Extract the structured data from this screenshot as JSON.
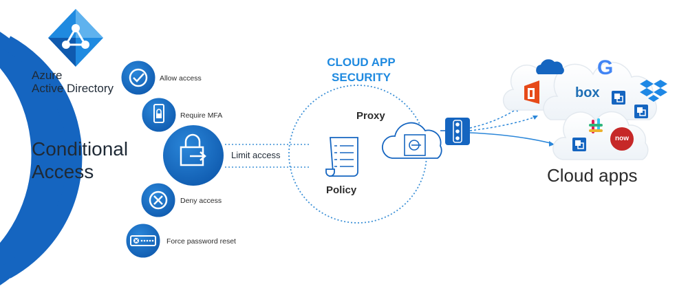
{
  "azure": {
    "title_line1": "Azure",
    "title_line2": "Active Directory",
    "conditional_line1": "Conditional",
    "conditional_line2": "Access"
  },
  "options": [
    {
      "label": "Allow access",
      "icon": "check-icon"
    },
    {
      "label": "Require MFA",
      "icon": "phone-lock-icon"
    },
    {
      "label": "Limit access",
      "icon": "limit-access-icon"
    },
    {
      "label": "Deny access",
      "icon": "deny-x-icon"
    },
    {
      "label": "Force password reset",
      "icon": "password-reset-icon"
    }
  ],
  "cas": {
    "title_line1": "CLOUD APP",
    "title_line2": "SECURITY",
    "proxy_label": "Proxy",
    "policy_label": "Policy"
  },
  "cloud": {
    "label": "Cloud apps",
    "box_logo": "box",
    "now_logo": "now",
    "google_logo": "G"
  },
  "colors": {
    "primary_blue": "#1565c0",
    "accent_blue": "#1f8ae0",
    "light_blue": "#5fb2ee",
    "text_dark": "#2b2b2b",
    "dotted_line": "#3a8fd6"
  }
}
